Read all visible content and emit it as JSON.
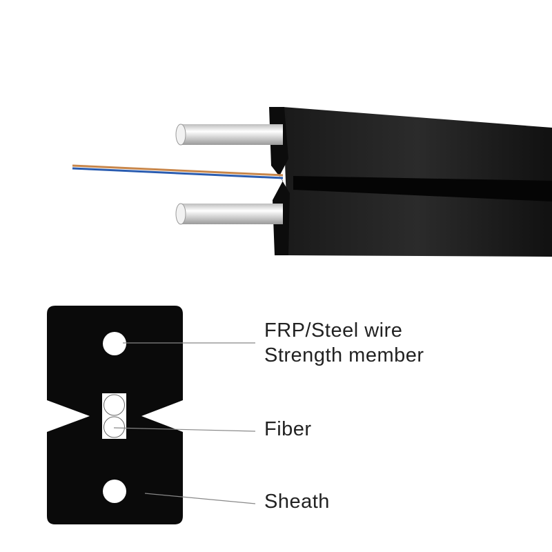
{
  "labels": {
    "strength_line1": "FRP/Steel wire",
    "strength_line2": "Strength member",
    "fiber": "Fiber",
    "sheath": "Sheath"
  },
  "colors": {
    "sheath": "#0a0a0a",
    "fiber_orange": "#c8864a",
    "fiber_blue": "#2a5cb0",
    "wire": "#e8e8e8"
  }
}
